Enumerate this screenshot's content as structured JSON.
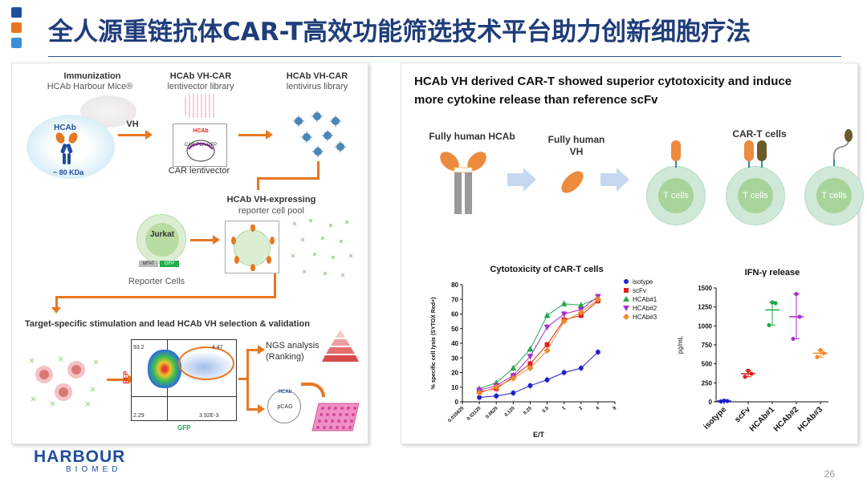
{
  "header": {
    "title": "全人源重链抗体CAR-T高效功能筛选技术平台助力创新细胞疗法",
    "accent_colors": [
      "#1f4f9c",
      "#e87722",
      "#3b8fd6"
    ]
  },
  "left_panel": {
    "immunization_title": "Immunization",
    "immunization_sub": "HCAb Harbour Mice®",
    "hcab_tag": "HCAb",
    "kda_label": "~ 80  KDa",
    "vh_label": "VH",
    "library1_title": "HCAb VH-CAR",
    "library1_sub": "lentivector library",
    "library2_title": "HCAb VH-CAR",
    "library2_sub": "lentivirus library",
    "vector_hcab_tag": "HCAb",
    "vector_car_tag": "CAR-P2A-GFP",
    "car_lentivector": "CAR lentivector",
    "pool_title": "HCAb VH-expressing",
    "pool_sub": "reporter cell pool",
    "jurkat_label": "Jurkat",
    "nfat_label": "NFAT",
    "gfp_tag": "GFP",
    "reporter_cells": "Reporter Cells",
    "stimulation_title": "Target-specific stimulation and lead HCAb VH selection & validation",
    "facs": {
      "q_tl": "93.2",
      "q_tr": "4.47",
      "q_bl": "2.29",
      "q_br": "3.92E-3",
      "y_axis": "RFP",
      "x_axis": "GFP"
    },
    "ngs_line1": "NGS analysis",
    "ngs_line2": "(Ranking)",
    "pcag_hcab": "HCAb",
    "pcag_label": "pCAG"
  },
  "right_panel": {
    "headline_line1": "HCAb VH derived CAR-T showed superior cytotoxicity and induce",
    "headline_line2": "more cytokine release than reference scFv",
    "fully_human_hcab": "Fully human HCAb",
    "fully_human_vh_line1": "Fully human",
    "fully_human_vh_line2": "VH",
    "cart_cells": "CAR-T cells",
    "t_cells_label": "T cells"
  },
  "chart_data": [
    {
      "type": "line",
      "title": "Cytotoxicity of CAR-T cells",
      "xlabel": "E/T",
      "ylabel": "% specific cell lysis (SYTOX Red+)",
      "x": [
        "0.015625",
        "0.03125",
        "0.0625",
        "0.125",
        "0.25",
        "0.5",
        "1",
        "2",
        "4",
        "8"
      ],
      "ylim": [
        0,
        80
      ],
      "yticks": [
        0,
        10,
        20,
        30,
        40,
        50,
        60,
        70,
        80
      ],
      "legend": "right",
      "series": [
        {
          "name": "isotype",
          "color": "#1f1fd0",
          "marker": "circle",
          "values": [
            null,
            3,
            4,
            6,
            11,
            15,
            20,
            23,
            34
          ]
        },
        {
          "name": "scFv",
          "color": "#e01e1e",
          "marker": "square",
          "values": [
            null,
            7,
            9,
            17,
            26,
            39,
            56,
            59,
            69
          ]
        },
        {
          "name": "HCAb#1",
          "color": "#1fa84a",
          "marker": "triangle",
          "values": [
            null,
            9,
            13,
            23,
            36,
            59,
            67,
            66,
            71
          ]
        },
        {
          "name": "HCAb#2",
          "color": "#a82fd0",
          "marker": "triangle-down",
          "values": [
            null,
            8,
            11,
            18,
            31,
            51,
            60,
            63,
            72
          ]
        },
        {
          "name": "HCAb#3",
          "color": "#f08a2a",
          "marker": "diamond",
          "values": [
            null,
            6,
            10,
            16,
            23,
            35,
            55,
            61,
            70
          ]
        }
      ]
    },
    {
      "type": "scatter",
      "title": "IFN-γ release",
      "ylabel": "pg/mL",
      "ylim": [
        0,
        1500
      ],
      "yticks": [
        0,
        250,
        500,
        750,
        1000,
        1250,
        1500
      ],
      "categories": [
        "isotype",
        "scFv",
        "HCAb#1",
        "HCAb#2",
        "HCAb#3"
      ],
      "series": [
        {
          "name": "isotype",
          "color": "#1f1fd0",
          "points": [
            5,
            10,
            15
          ],
          "mean": 10
        },
        {
          "name": "scFv",
          "color": "#e01e1e",
          "points": [
            330,
            370,
            410
          ],
          "mean": 370
        },
        {
          "name": "HCAb#1",
          "color": "#1fa84a",
          "points": [
            1010,
            1300,
            1310
          ],
          "mean": 1210
        },
        {
          "name": "HCAb#2",
          "color": "#a82fd0",
          "points": [
            830,
            1120,
            1420
          ],
          "mean": 1120
        },
        {
          "name": "HCAb#3",
          "color": "#f08a2a",
          "points": [
            590,
            640,
            680
          ],
          "mean": 640
        }
      ]
    }
  ],
  "footer": {
    "logo_main": "HARBOUR",
    "logo_sub": "BIOMED",
    "page_number": "26"
  }
}
